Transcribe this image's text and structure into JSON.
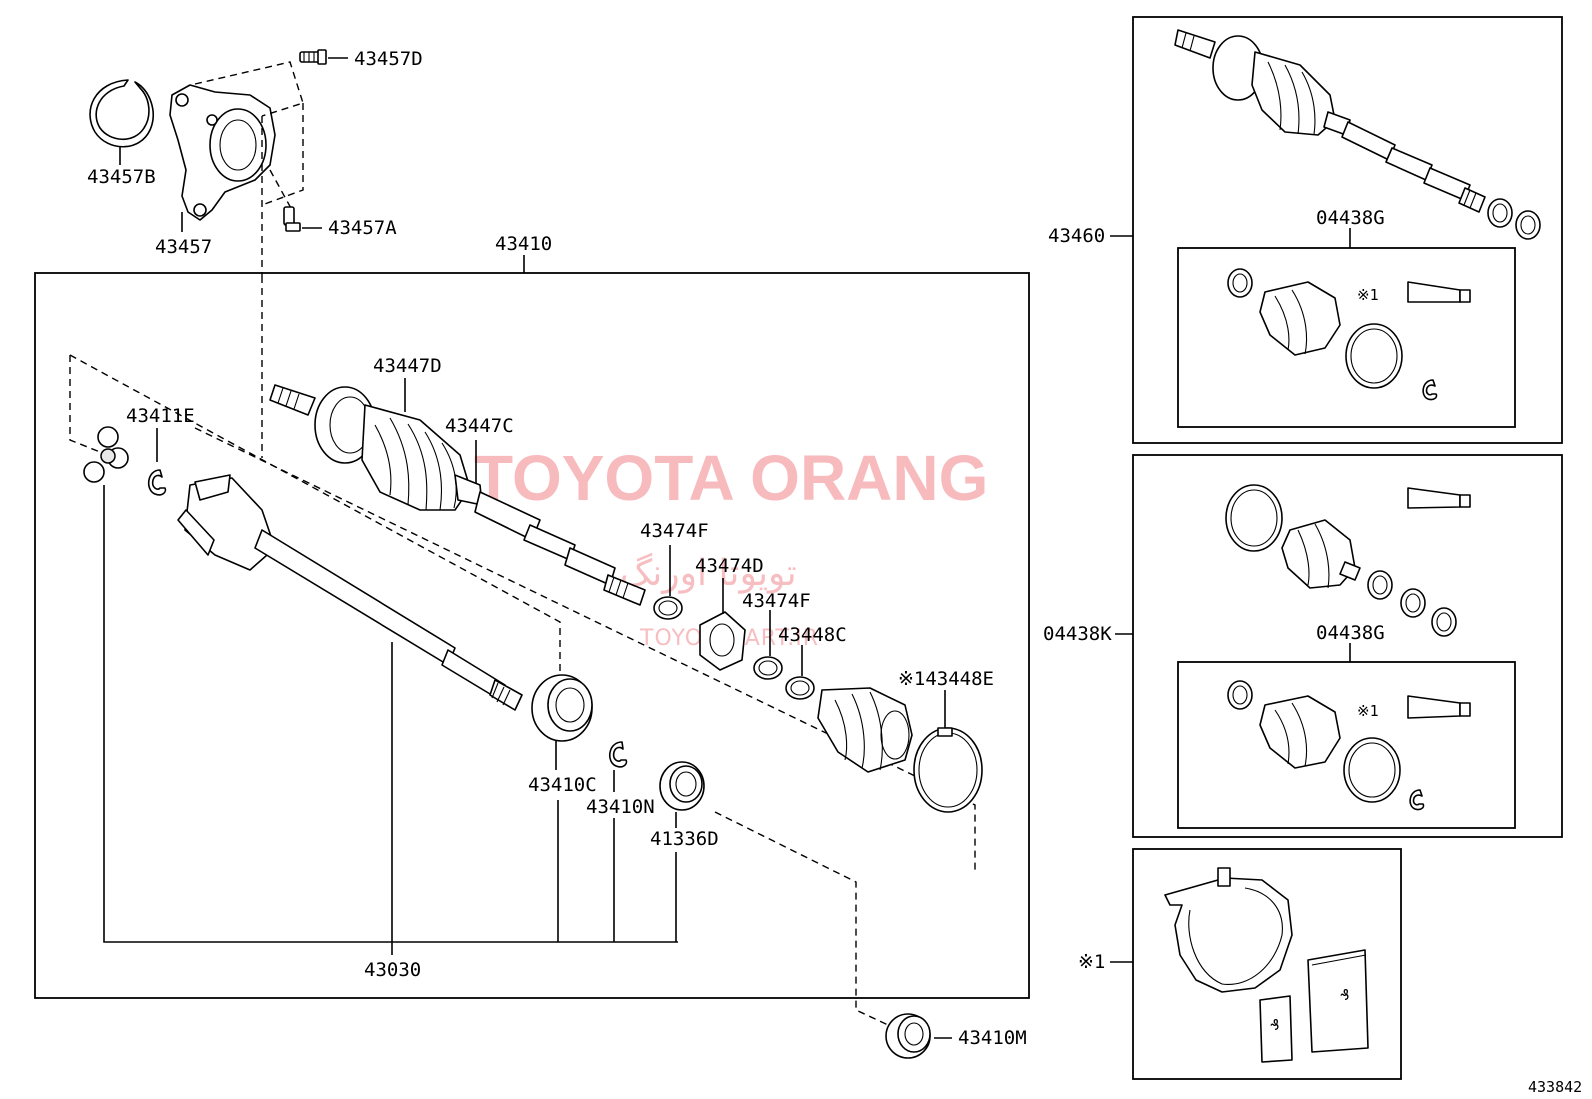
{
  "watermark": {
    "brand": "TOYOTA ORANG",
    "brand_fa": "تویوتا اورنگ",
    "site": "TOYOTAPART.IR"
  },
  "diagram_id": "433842",
  "labels": {
    "p43457D": "43457D",
    "p43457B": "43457B",
    "p43457": "43457",
    "p43457A": "43457A",
    "p43410": "43410",
    "p43447D": "43447D",
    "p43447C": "43447C",
    "p43411E": "43411E",
    "p43474F_a": "43474F",
    "p43474D": "43474D",
    "p43474F_b": "43474F",
    "p43448C": "43448C",
    "p43448E": "※143448E",
    "p43410C": "43410C",
    "p43410N": "43410N",
    "p41336D": "41336D",
    "p43030": "43030",
    "p43410M": "43410M",
    "p43460": "43460",
    "p04438G_a": "04438G",
    "p04438K": "04438K",
    "p04438G_b": "04438G",
    "note1_a": "※1",
    "note1_b": "※1",
    "note1_kit": "※1"
  }
}
